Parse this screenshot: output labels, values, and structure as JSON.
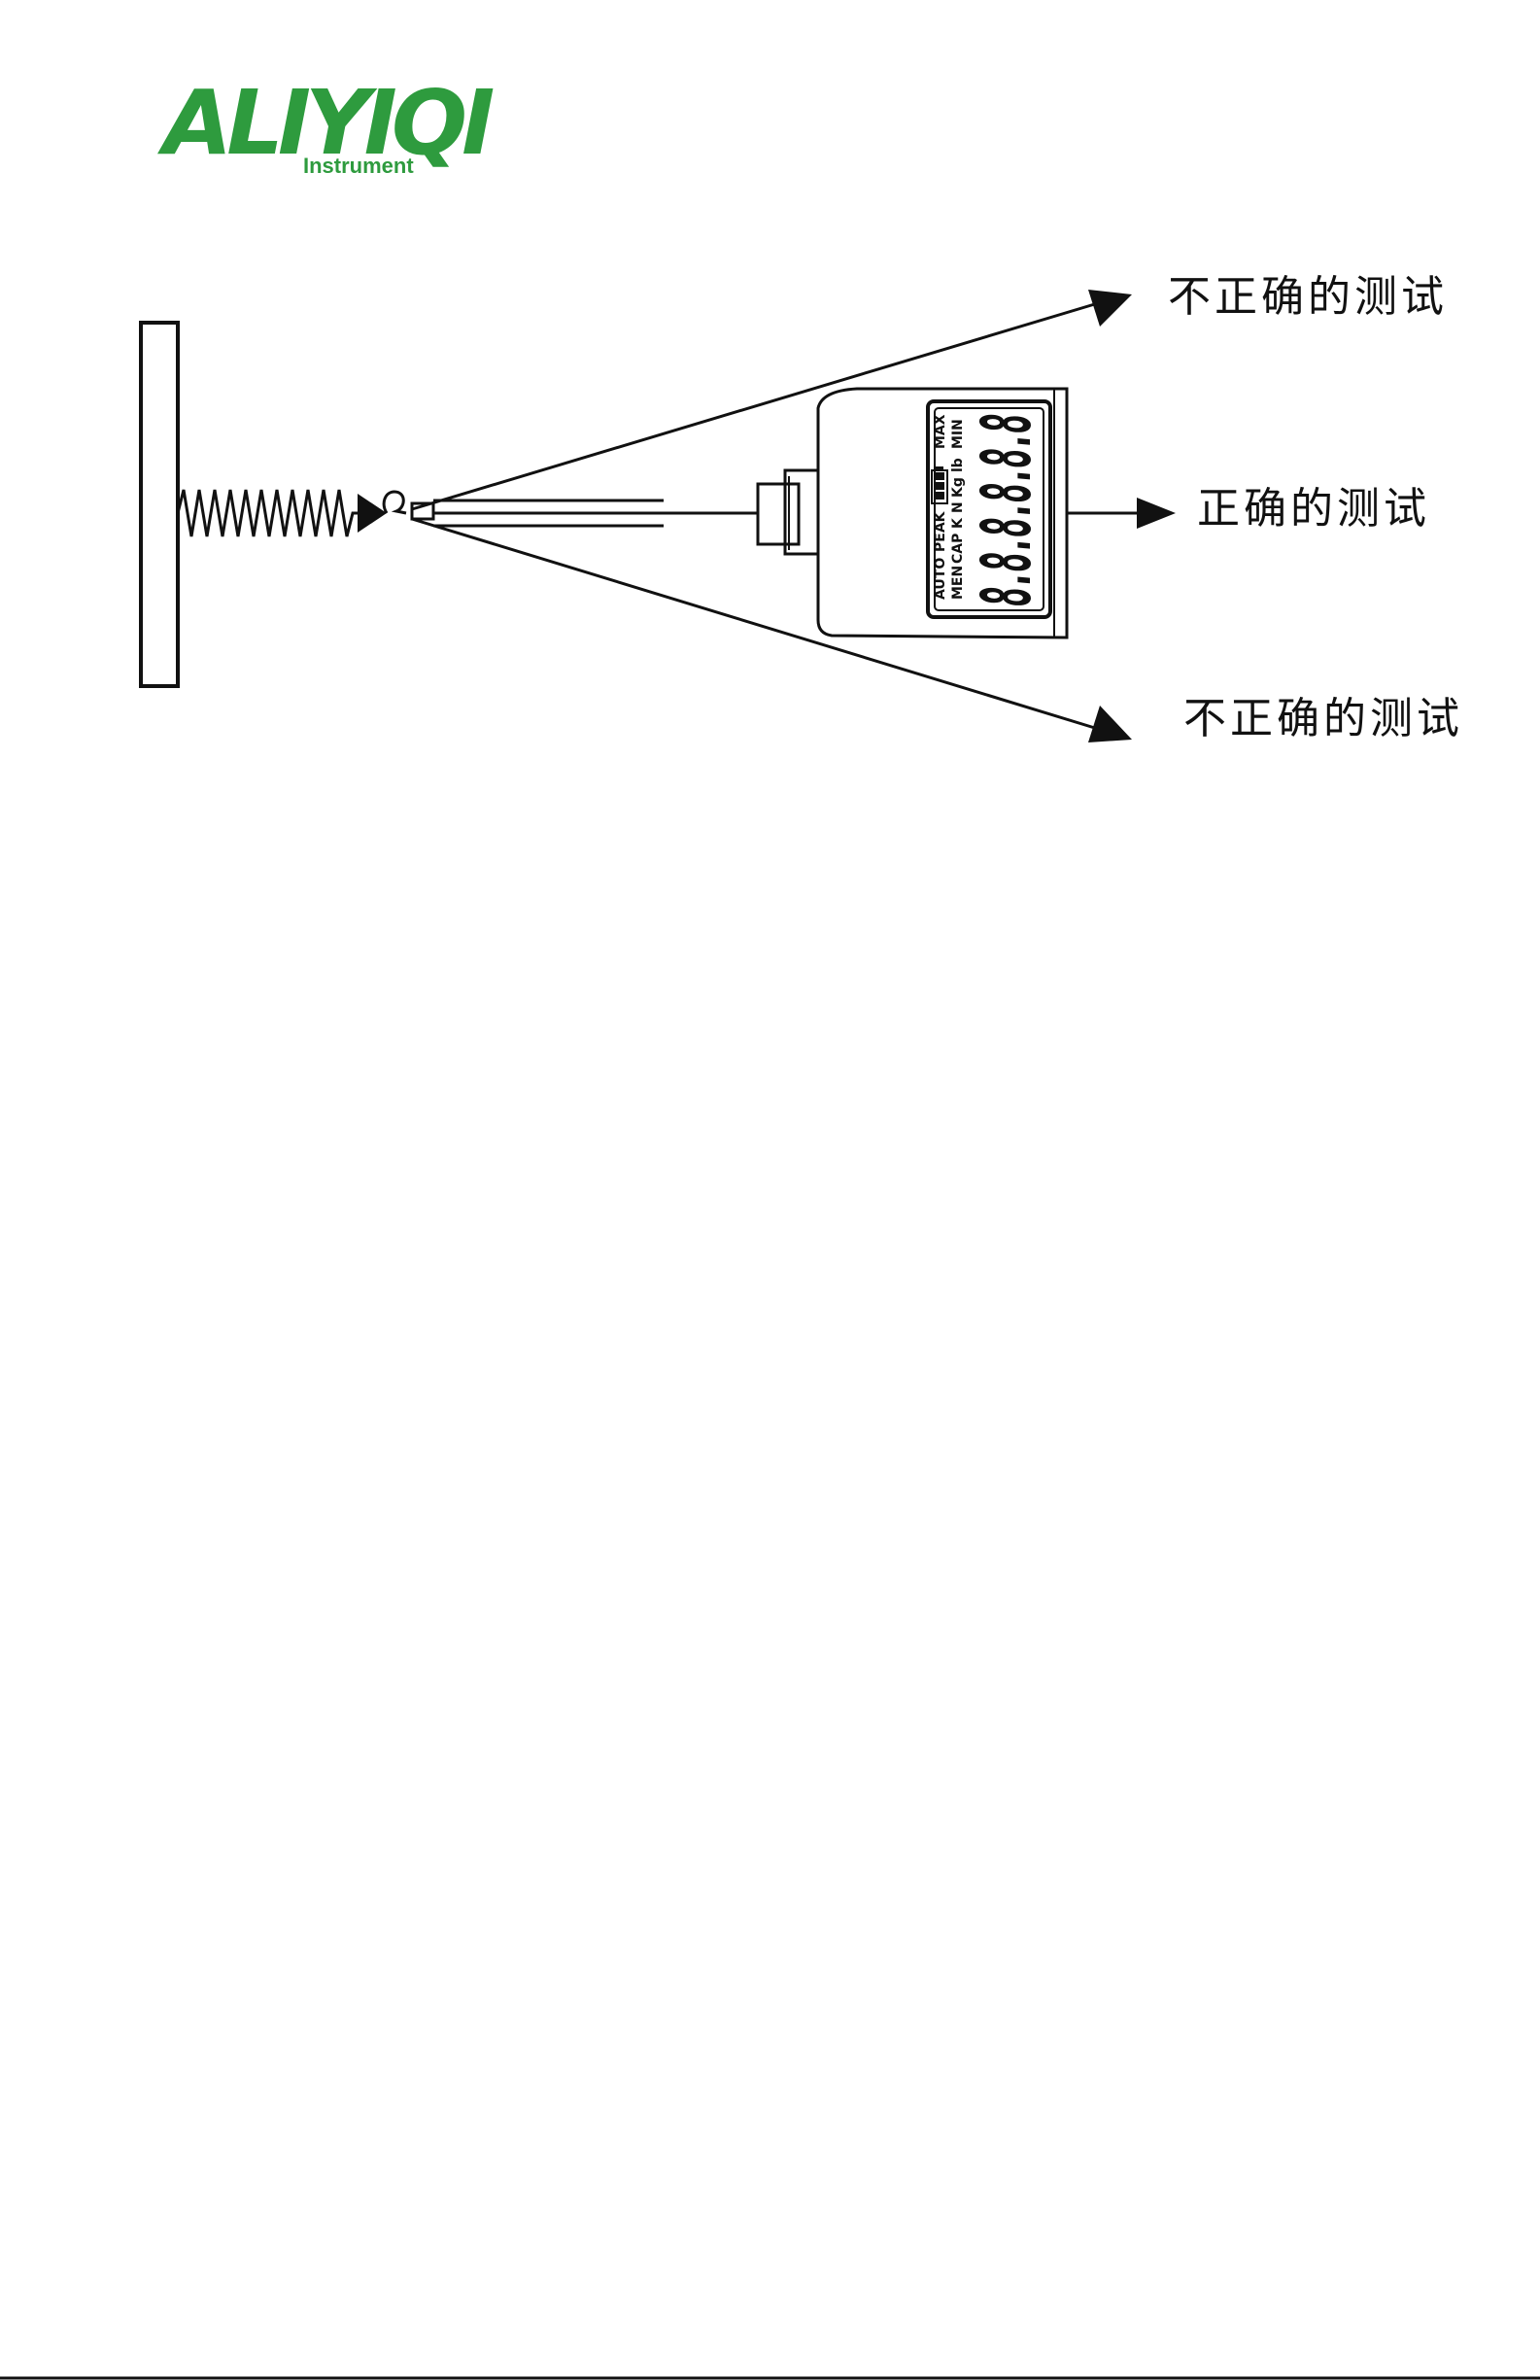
{
  "brand": {
    "name": "ALIYIQI",
    "subtitle": "Instrument",
    "color": "#2e9b3e"
  },
  "arrows": {
    "top": {
      "label": "不正确的测试"
    },
    "middle": {
      "label": "正确的测试"
    },
    "bottom": {
      "label": "不正确的测试"
    }
  },
  "gauge": {
    "display": {
      "mode_auto": "AUTO",
      "mode_peak": "PEAK",
      "mode_max": "MAX",
      "mode_men": "MEN",
      "mode_cap": "CAP",
      "unit_k": "K",
      "unit_n": "N",
      "unit_kg": "Kg",
      "unit_lb": "lb",
      "mode_min": "MIN",
      "digits": "8.8.8.8.8.8",
      "battery_icon": "battery-icon"
    }
  }
}
